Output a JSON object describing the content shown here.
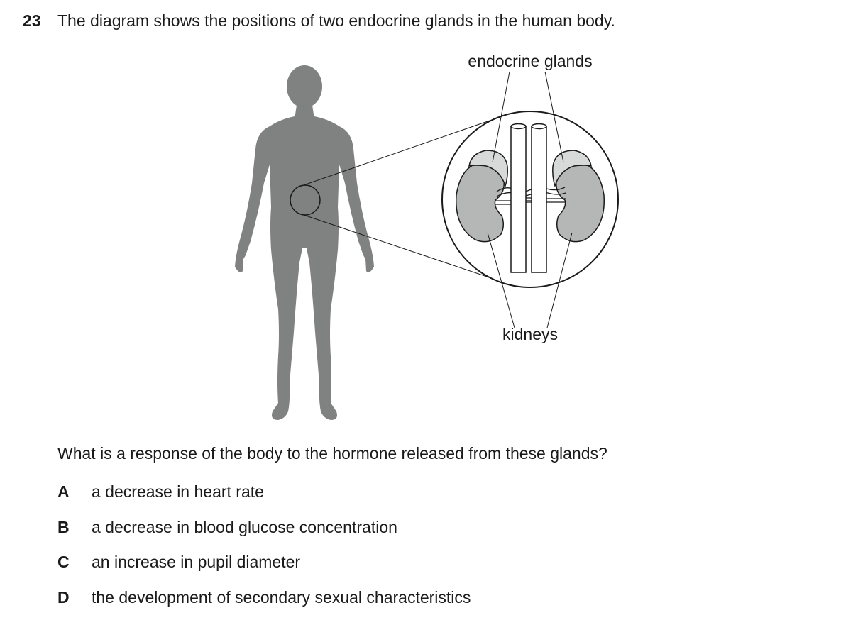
{
  "question": {
    "number": "23",
    "stem": "The diagram shows the positions of two endocrine glands in the human body.",
    "prompt": "What is a response of the body to the hormone released from these glands?",
    "options": [
      {
        "letter": "A",
        "text": "a decrease in heart rate"
      },
      {
        "letter": "B",
        "text": "a decrease in blood glucose concentration"
      },
      {
        "letter": "C",
        "text": "an increase in pupil diameter"
      },
      {
        "letter": "D",
        "text": "the development of secondary sexual characteristics"
      }
    ]
  },
  "diagram": {
    "label_top": "endocrine glands",
    "label_bottom": "kidneys",
    "colors": {
      "body": "#808181",
      "kidney": "#b5b6b6",
      "gland": "#d8d9d9",
      "outline": "#1a1a1a"
    }
  }
}
